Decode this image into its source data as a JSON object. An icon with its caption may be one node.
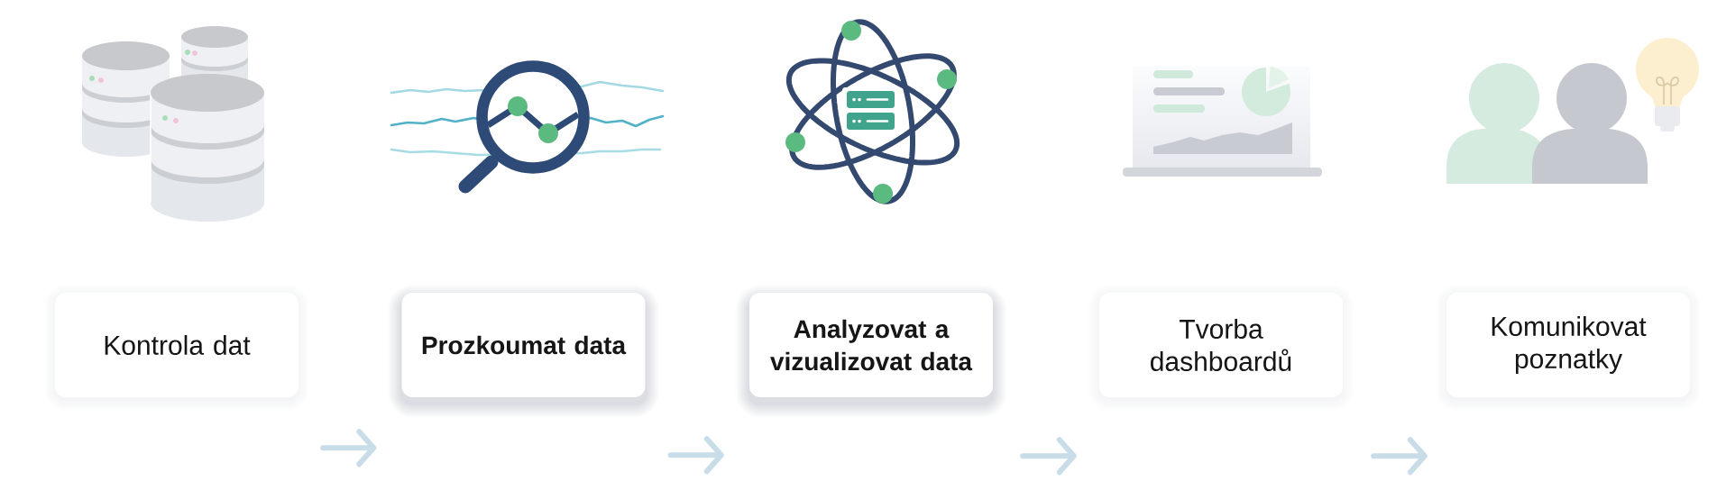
{
  "diagram": {
    "nodes": [
      {
        "text": [
          "Kontrola dat"
        ]
      },
      {
        "text": [
          "Prozkoumat data"
        ]
      },
      {
        "text": [
          "Analyzovat a vizualizovat data"
        ]
      },
      {
        "text": [
          "Tvorba dashboardů"
        ]
      },
      {
        "text": [
          "Komunikovat poznatky"
        ]
      }
    ],
    "edges": [
      {
        "from": 0,
        "to": 1,
        "arrow": "to"
      },
      {
        "from": 1,
        "to": 2,
        "arrow": "to"
      },
      {
        "from": 2,
        "to": 3,
        "arrow": "to"
      },
      {
        "from": 3,
        "to": 4,
        "arrow": "to"
      }
    ]
  }
}
